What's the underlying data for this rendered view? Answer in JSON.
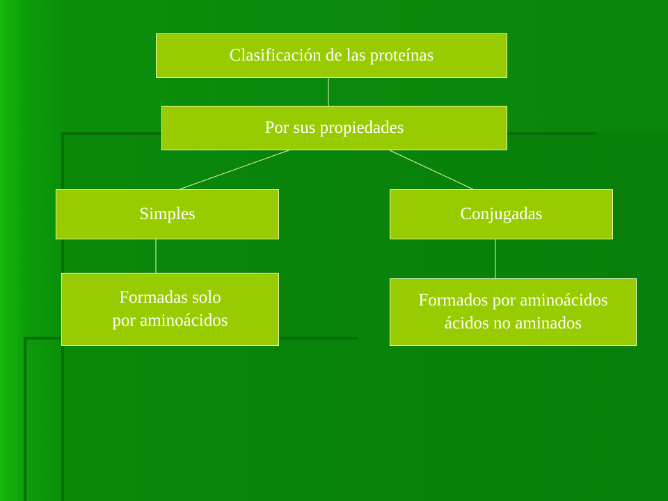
{
  "diagram": {
    "root": {
      "label": "Clasificación de las proteínas"
    },
    "criterion": {
      "label": "Por sus propiedades"
    },
    "left_branch": {
      "label": "Simples"
    },
    "right_branch": {
      "label": "Conjugadas"
    },
    "left_detail": {
      "label": "Formadas solo\npor aminoácidos"
    },
    "right_detail": {
      "label": "Formados por aminoácidos\nácidos no aminados"
    }
  },
  "colors": {
    "box_fill": "#99cc00",
    "background": "#0a8a0c",
    "text": "#ffffff",
    "connector": "#e8f5c0"
  }
}
